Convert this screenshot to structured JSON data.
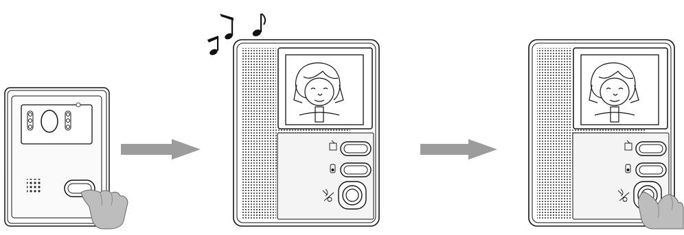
{
  "steps": [
    {
      "id": "press-call-button",
      "device": "outdoor-camera-panel",
      "action": "finger-press"
    },
    {
      "id": "monitor-rings",
      "device": "indoor-video-monitor",
      "indicator": "music-notes"
    },
    {
      "id": "press-talk-button",
      "device": "indoor-video-monitor",
      "action": "finger-press"
    }
  ],
  "colors": {
    "line": "#111111",
    "arrow": "#9c9c9c",
    "hand": "#bdbdbd",
    "screen": "#ffffff",
    "panel": "#f4f4f4"
  },
  "icons": [
    "camera-lens-icon",
    "ir-led-icon",
    "speaker-grille-icon",
    "call-button-icon",
    "music-note-icon",
    "arrow-icon",
    "unlock-icon",
    "light-icon",
    "talk-icon",
    "finger-hand-icon",
    "face-icon"
  ]
}
